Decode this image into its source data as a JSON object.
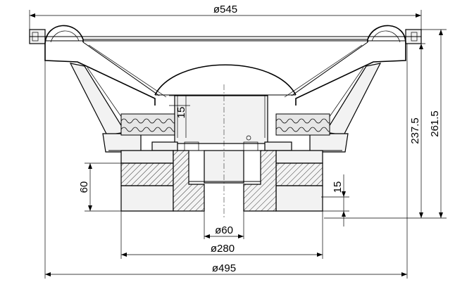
{
  "drawing": {
    "dimensions": {
      "frame_diameter": "ø545",
      "total_height": "261.5",
      "mount_height": "237.5",
      "top_plate": "15",
      "magnet_height": "60",
      "bottom_plate": "15",
      "pole_diameter": "ø60",
      "magnet_diameter": "ø280",
      "basket_diameter": "ø495"
    }
  }
}
